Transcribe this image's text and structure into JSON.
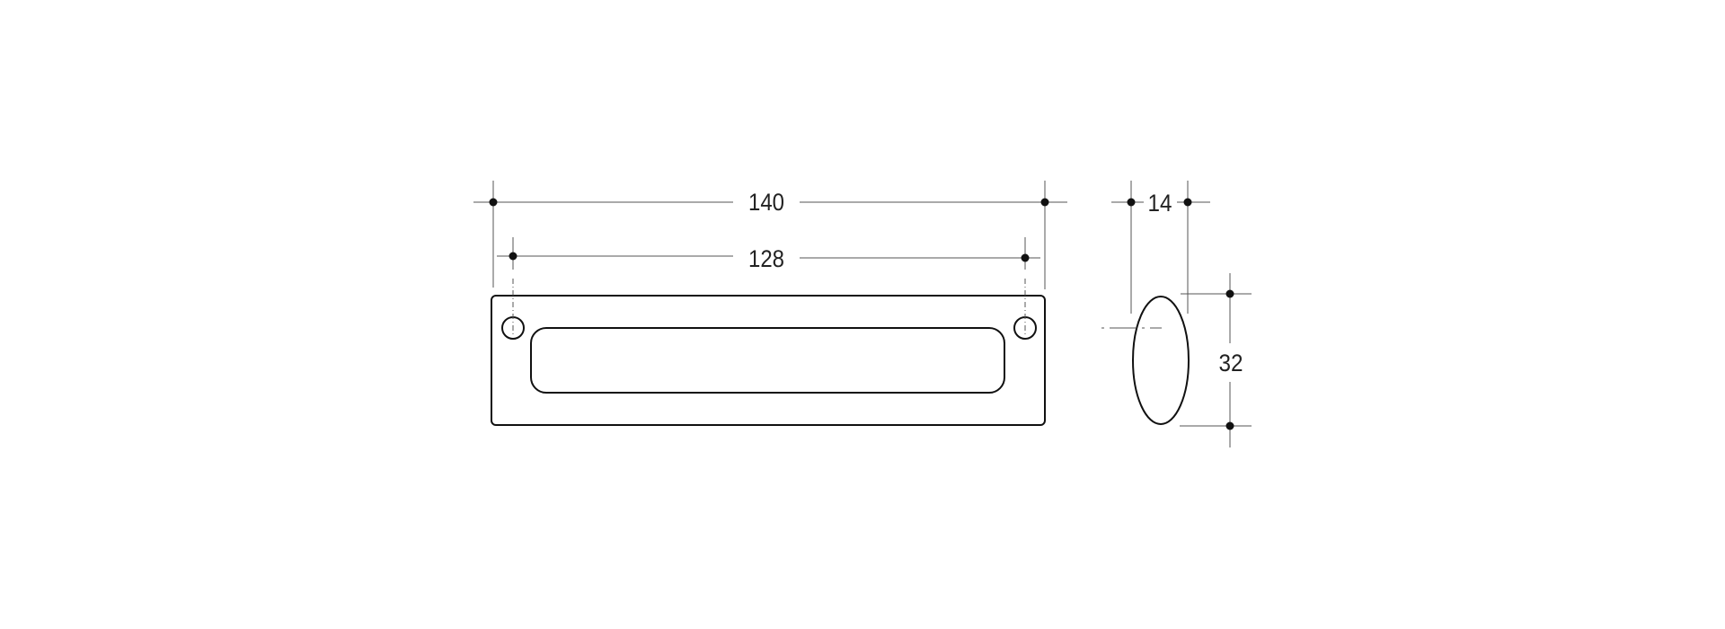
{
  "drawing": {
    "dimensions": {
      "overall_length": "140",
      "hole_spacing": "128",
      "depth": "14",
      "height": "32"
    },
    "line_color": "#111111"
  }
}
